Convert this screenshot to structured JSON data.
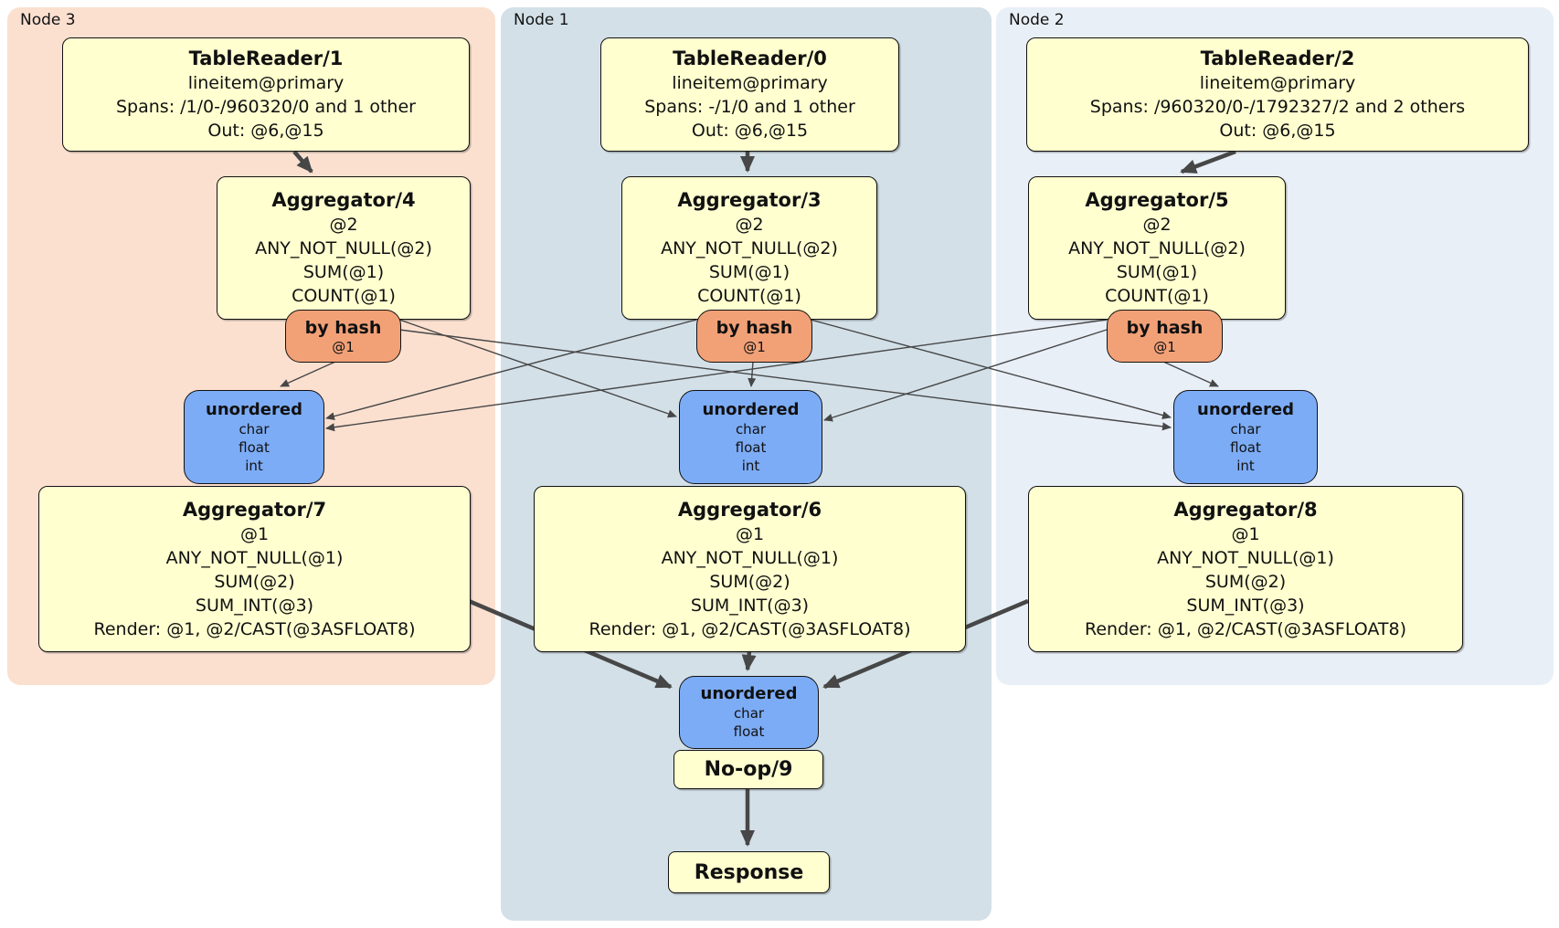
{
  "colors": {
    "node3_band": "#fbe0d0",
    "node1_band": "#d3e0e8",
    "node2_band": "#e9eff7",
    "processor_fill": "#ffffd0",
    "router_fill": "#f2a177",
    "sync_fill": "#7dacf6",
    "edge": "#474747"
  },
  "nodes": [
    {
      "label": "Node 3",
      "table_reader": {
        "title": "TableReader/1",
        "lines": [
          "lineitem@primary",
          "Spans: /1/0-/960320/0 and 1 other",
          "Out: @6,@15"
        ]
      },
      "aggregator_top": {
        "title": "Aggregator/4",
        "lines": [
          "@2",
          "ANY_NOT_NULL(@2)",
          "SUM(@1)",
          "COUNT(@1)"
        ]
      },
      "router": {
        "title": "by hash",
        "detail": "@1"
      },
      "sync": {
        "title": "unordered",
        "lines": [
          "char",
          "float",
          "int"
        ]
      },
      "aggregator_bottom": {
        "title": "Aggregator/7",
        "lines": [
          "@1",
          "ANY_NOT_NULL(@1)",
          "SUM(@2)",
          "SUM_INT(@3)",
          "Render: @1, @2/CAST(@3ASFLOAT8)"
        ]
      }
    },
    {
      "label": "Node 1",
      "table_reader": {
        "title": "TableReader/0",
        "lines": [
          "lineitem@primary",
          "Spans: -/1/0 and 1 other",
          "Out: @6,@15"
        ]
      },
      "aggregator_top": {
        "title": "Aggregator/3",
        "lines": [
          "@2",
          "ANY_NOT_NULL(@2)",
          "SUM(@1)",
          "COUNT(@1)"
        ]
      },
      "router": {
        "title": "by hash",
        "detail": "@1"
      },
      "sync": {
        "title": "unordered",
        "lines": [
          "char",
          "float",
          "int"
        ]
      },
      "aggregator_bottom": {
        "title": "Aggregator/6",
        "lines": [
          "@1",
          "ANY_NOT_NULL(@1)",
          "SUM(@2)",
          "SUM_INT(@3)",
          "Render: @1, @2/CAST(@3ASFLOAT8)"
        ]
      }
    },
    {
      "label": "Node 2",
      "table_reader": {
        "title": "TableReader/2",
        "lines": [
          "lineitem@primary",
          "Spans: /960320/0-/1792327/2 and 2 others",
          "Out: @6,@15"
        ]
      },
      "aggregator_top": {
        "title": "Aggregator/5",
        "lines": [
          "@2",
          "ANY_NOT_NULL(@2)",
          "SUM(@1)",
          "COUNT(@1)"
        ]
      },
      "router": {
        "title": "by hash",
        "detail": "@1"
      },
      "sync": {
        "title": "unordered",
        "lines": [
          "char",
          "float",
          "int"
        ]
      },
      "aggregator_bottom": {
        "title": "Aggregator/8",
        "lines": [
          "@1",
          "ANY_NOT_NULL(@1)",
          "SUM(@2)",
          "SUM_INT(@3)",
          "Render: @1, @2/CAST(@3ASFLOAT8)"
        ]
      }
    }
  ],
  "output_stage": {
    "sync": {
      "title": "unordered",
      "lines": [
        "char",
        "float"
      ]
    },
    "noop": {
      "title": "No-op/9"
    },
    "response": {
      "title": "Response"
    }
  }
}
